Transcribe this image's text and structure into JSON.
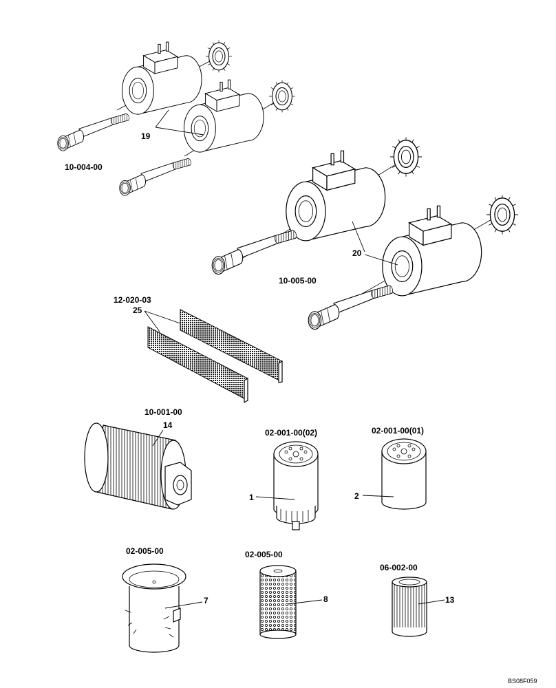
{
  "labels": {
    "l19": "19",
    "l10_004": "10-004-00",
    "l10_005": "10-005-00",
    "l20": "20",
    "l12_020": "12-020-03",
    "l25": "25",
    "l10_001": "10-001-00",
    "l14": "14",
    "l02_001_02": "02-001-00(02)",
    "l02_001_01": "02-001-00(01)",
    "l1": "1",
    "l2": "2",
    "l02_005a": "02-005-00",
    "l02_005b": "02-005-00",
    "l06_002": "06-002-00",
    "l7": "7",
    "l8": "8",
    "l13": "13",
    "ref": "BS08F059"
  }
}
